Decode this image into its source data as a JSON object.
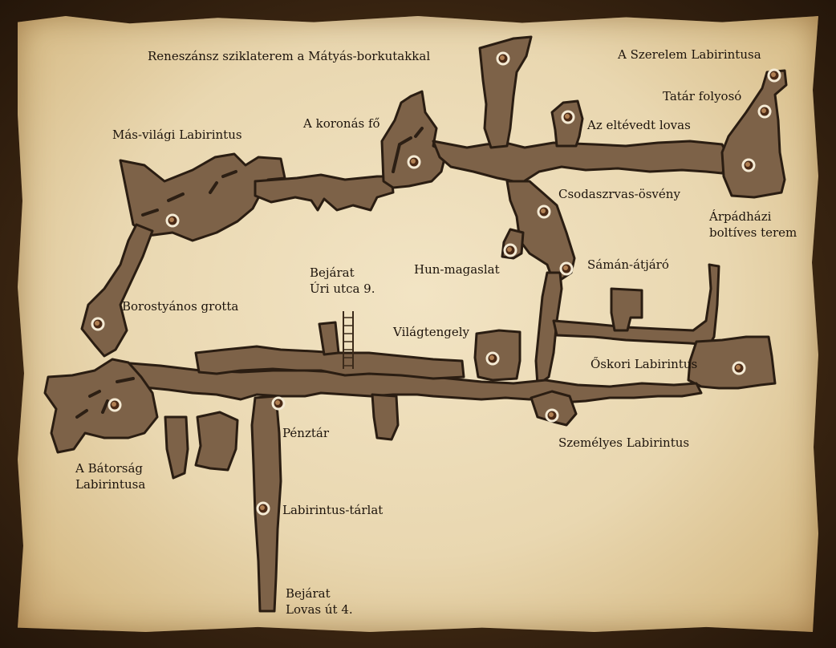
{
  "map": {
    "labels": {
      "renaissance": "Reneszánsz sziklaterem a Mátyás-borkutakkal",
      "love": "A Szerelem Labirintusa",
      "tatar": "Tatár folyosó",
      "crowned": "A koronás fő",
      "lost_rider": "Az eltévedt lovas",
      "otherworld": "Más-világi Labirintus",
      "deer": "Csodaszrvas-ösvény",
      "arpad_line1": "Árpádházi",
      "arpad_line2": "boltíves terem",
      "entrance_top_line1": "Bejárat",
      "entrance_top_line2": "Úri utca 9.",
      "hun": "Hun-magaslat",
      "shaman": "Sámán-átjáró",
      "amber": "Borostyános grotta",
      "world_sea": "Világtengely",
      "ancient": "Őskori Labirintus",
      "courage_line1": "A Bátorság",
      "courage_line2": "Labirintusa",
      "treasury": "Pénztár",
      "personal": "Személyes Labirintus",
      "gallery": "Labirintus-tárlat",
      "entrance_bottom_line1": "Bejárat",
      "entrance_bottom_line2": "Lovas út 4."
    },
    "colors": {
      "cave_fill": "#7d6248",
      "cave_stroke": "#2a1d12",
      "parchment": "#eddcb8",
      "marker": "#4a2a16"
    },
    "icons": {
      "marker": "location-dot-icon",
      "ladder": "ladder-icon"
    }
  }
}
